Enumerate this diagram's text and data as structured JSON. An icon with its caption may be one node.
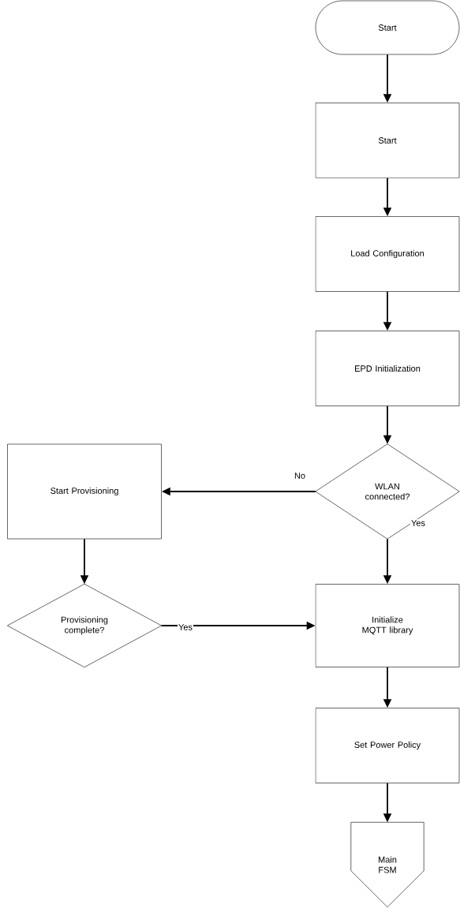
{
  "diagram": {
    "nodes": [
      {
        "text": [
          "Start"
        ]
      },
      {
        "text": [
          "Start"
        ]
      },
      {
        "text": [
          "Load Configuration"
        ]
      },
      {
        "text": [
          "EPD Initialization"
        ]
      },
      {
        "text": [
          "WLAN connected?"
        ]
      },
      {
        "text": [
          "Start Provisioning"
        ]
      },
      {
        "text": [
          "Provisioning complete?"
        ]
      },
      {
        "text": [
          "Initialize MQTT library"
        ]
      },
      {
        "text": [
          "Set Power Policy"
        ]
      },
      {
        "text": [
          "Main FSM"
        ]
      }
    ],
    "edges": [
      {
        "from": 0,
        "to": 1,
        "arrow": "to"
      },
      {
        "from": 1,
        "to": 2,
        "arrow": "to"
      },
      {
        "from": 2,
        "to": 3,
        "arrow": "to"
      },
      {
        "from": 3,
        "to": 4,
        "arrow": "to"
      },
      {
        "from": 4,
        "to": 5,
        "arrow": "to",
        "label": "No"
      },
      {
        "from": 4,
        "to": 7,
        "arrow": "to",
        "label": "Yes"
      },
      {
        "from": 5,
        "to": 6,
        "arrow": "to"
      },
      {
        "from": 6,
        "to": 7,
        "arrow": "to",
        "label": "Yes"
      },
      {
        "from": 7,
        "to": 8,
        "arrow": "to"
      },
      {
        "from": 8,
        "to": 9,
        "arrow": "to"
      }
    ]
  }
}
